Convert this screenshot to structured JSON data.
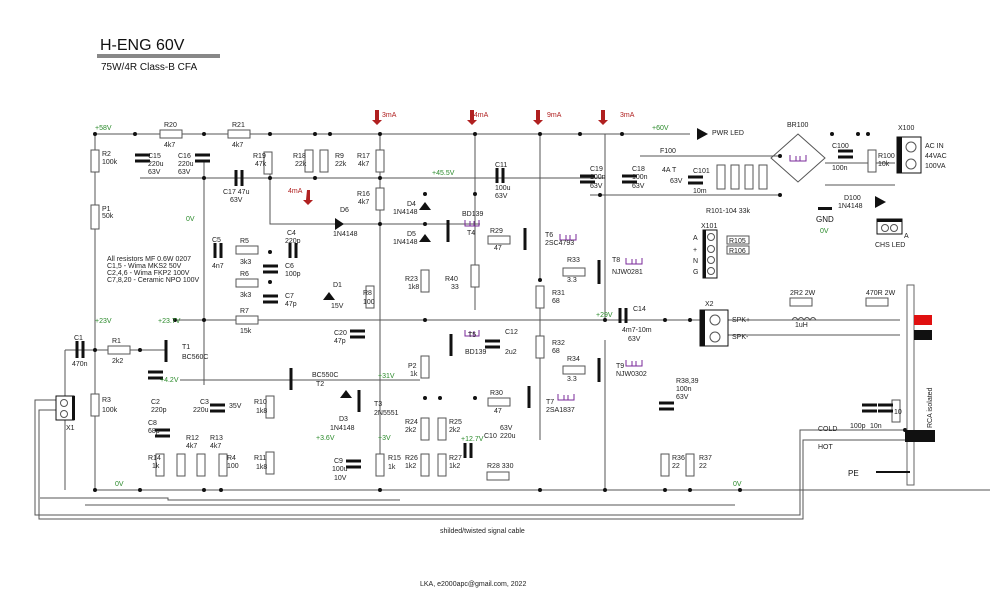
{
  "title": "H-ENG 60V",
  "subtitle": "75W/4R Class-B CFA",
  "footer": "LKA, e2000apc@gmail.com, 2022",
  "cable_label": "shilded/twisted signal cable",
  "notes": [
    "All resistors MF 0.6W 0207",
    "C1,5 - Wima MKS2 50V",
    "C2,4,6 - Wima FKP2 100V",
    "C7,8,20 - Ceramic NPO 100V"
  ],
  "voltages": {
    "v58": "+58V",
    "v60": "+60V",
    "v455": "+45.5V",
    "v23": "+23V",
    "v237": "+23.7V",
    "v42": "+4.2V",
    "v31": "+31V",
    "v36": "+3.6V",
    "v3": "+3V",
    "v127": "+12.7V",
    "v29": "+29V",
    "zero": "0V"
  },
  "currents": {
    "i3a": "3mA",
    "i14": "14mA",
    "i9": "9mA",
    "i3b": "3mA",
    "i4": "4mA"
  },
  "components": {
    "R1": [
      "R1",
      "2k2"
    ],
    "R2": [
      "R2",
      "100k"
    ],
    "R3": [
      "R3",
      "100k"
    ],
    "R4": [
      "R4",
      "100"
    ],
    "R5": [
      "R5",
      "3k3"
    ],
    "R6": [
      "R6",
      "3k3"
    ],
    "R7": [
      "R7",
      "15k"
    ],
    "R8": [
      "R8",
      "100"
    ],
    "R9": [
      "R9",
      "22k"
    ],
    "R10": [
      "R10",
      "1k8"
    ],
    "R11": [
      "R11",
      "1k8"
    ],
    "R12": [
      "R12",
      "4k7"
    ],
    "R13": [
      "R13",
      "4k7"
    ],
    "R14": [
      "R14",
      "1k"
    ],
    "R15": [
      "R15",
      "1k"
    ],
    "R16": [
      "R16",
      "4k7"
    ],
    "R17": [
      "R17",
      "4k7"
    ],
    "R18": [
      "R18",
      "22k"
    ],
    "R19": [
      "R19",
      "47k"
    ],
    "R20": [
      "R20",
      "4k7"
    ],
    "R21": [
      "R21",
      "4k7"
    ],
    "R23": [
      "R23",
      "1k8"
    ],
    "R24": [
      "R24",
      "2k2"
    ],
    "R25": [
      "R25",
      "2k2"
    ],
    "R26": [
      "R26",
      "1k2"
    ],
    "R27": [
      "R27",
      "1k2"
    ],
    "R28": [
      "R28 330",
      ""
    ],
    "R29": [
      "R29",
      "47"
    ],
    "R30": [
      "R30",
      "47"
    ],
    "R31": [
      "R31",
      "68"
    ],
    "R32": [
      "R32",
      "68"
    ],
    "R33": [
      "R33",
      "3.3"
    ],
    "R34": [
      "R34",
      "3.3"
    ],
    "R36": [
      "R36",
      "22"
    ],
    "R37": [
      "R37",
      "22"
    ],
    "R40": [
      "R40",
      "33"
    ],
    "R100": [
      "R100",
      "10k"
    ],
    "R101": [
      "R101-104 33k",
      ""
    ],
    "R105": [
      "R105",
      ""
    ],
    "R106": [
      "R106",
      ""
    ],
    "P1": [
      "P1",
      "50k"
    ],
    "P2": [
      "P2",
      "1k"
    ],
    "C1": [
      "C1",
      "470n"
    ],
    "C2": [
      "C2",
      "220p"
    ],
    "C3": [
      "C3",
      "220u",
      "35V"
    ],
    "C4": [
      "C4",
      "220p"
    ],
    "C5": [
      "C5",
      "4n7"
    ],
    "C6": [
      "C6",
      "100p"
    ],
    "C7": [
      "C7",
      "47p"
    ],
    "C8": [
      "C8",
      "68p"
    ],
    "C9": [
      "C9",
      "100u",
      "10V"
    ],
    "C10": [
      "C10",
      "220u",
      "63V"
    ],
    "C11": [
      "C11",
      "100u",
      "63V"
    ],
    "C12": [
      "C12",
      "2u2"
    ],
    "C14": [
      "C14",
      "4m7-10m",
      "63V"
    ],
    "C15": [
      "C15",
      "220u",
      "63V"
    ],
    "C16": [
      "C16",
      "220u",
      "63V"
    ],
    "C17": [
      "C17 47u",
      "63V"
    ],
    "C18": [
      "C18",
      "100n",
      "63V"
    ],
    "C19": [
      "C19",
      "100n",
      "63V"
    ],
    "C20": [
      "C20",
      "47p"
    ],
    "C38": [
      "R38,39",
      "100n",
      "63V"
    ],
    "C100": [
      "C100",
      "100n"
    ],
    "C101": [
      "C101",
      "63V",
      "10m"
    ],
    "D1": [
      "D1",
      "15V"
    ],
    "D3": [
      "D3",
      "1N4148"
    ],
    "D4": [
      "D4",
      "1N4148"
    ],
    "D5": [
      "D5",
      "1N4148"
    ],
    "D6": [
      "D6",
      "1N4148"
    ],
    "D100": [
      "D100",
      "1N4148"
    ],
    "T1": [
      "T1",
      "BC560C"
    ],
    "T2": [
      "BC550C",
      "T2"
    ],
    "T3": [
      "T3",
      "2N5551"
    ],
    "T4": [
      "BD139",
      "T4"
    ],
    "T5": [
      "T5",
      "BD139"
    ],
    "T6": [
      "T6",
      "2SC4793"
    ],
    "T7": [
      "T7",
      "2SA1837"
    ],
    "T8": [
      "T8",
      "NJW0281"
    ],
    "T9": [
      "T9",
      "NJW0302"
    ],
    "F100": [
      "F100",
      "4A T"
    ],
    "BR100": [
      "BR100"
    ],
    "X1": [
      "X1"
    ],
    "X2": [
      "X2"
    ],
    "X100": [
      "X100",
      "AC IN",
      "44VAC",
      "100VA"
    ],
    "X101": [
      "X101",
      "A",
      "+",
      "N",
      "G"
    ],
    "L1": [
      "2R2 2W",
      "1uH"
    ],
    "R470": [
      "470R 2W"
    ],
    "rca_c1": [
      "100p"
    ],
    "rca_c2": [
      "10n"
    ],
    "rca_r": [
      "10"
    ]
  },
  "labels": {
    "pwr_led": "PWR LED",
    "chs_led": "CHS LED",
    "chs_a": "A",
    "gnd": "GND",
    "spk_plus": "SPK+",
    "spk_minus": "SPK-",
    "rca": "RCA isolated",
    "cold": "COLD",
    "hot": "HOT",
    "pe": "PE"
  }
}
